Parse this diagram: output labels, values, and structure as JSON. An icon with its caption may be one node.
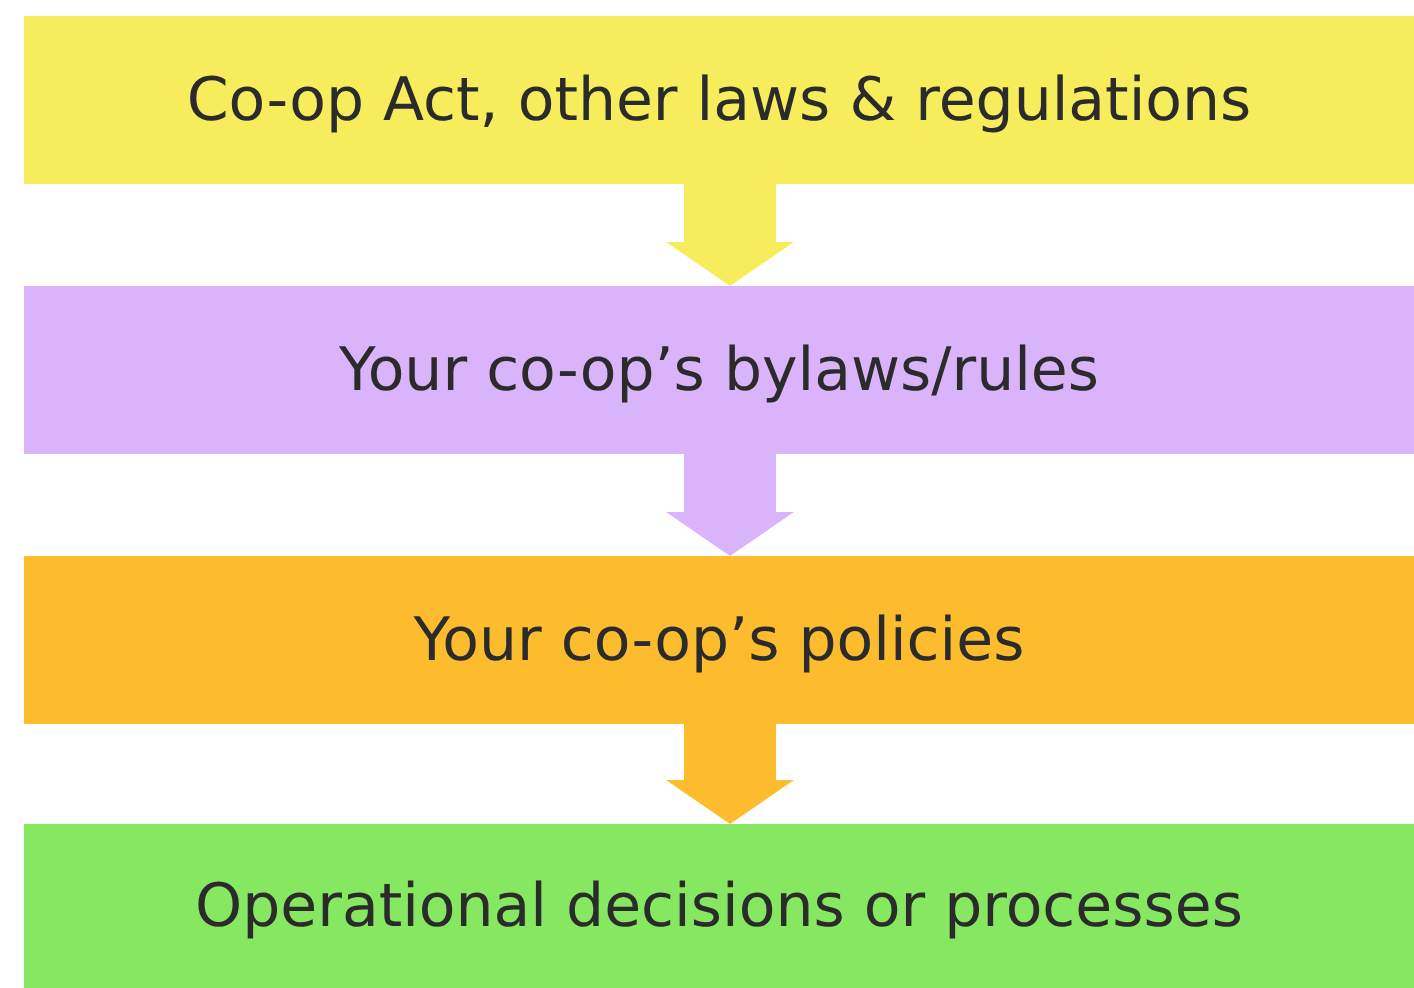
{
  "diagram": {
    "nodes": [
      {
        "text": [
          "Co-op Act, other laws & regulations"
        ]
      },
      {
        "text": [
          "Your co-op’s bylaws/rules"
        ]
      },
      {
        "text": [
          "Your co-op’s policies"
        ]
      },
      {
        "text": [
          "Operational decisions or processes"
        ]
      }
    ],
    "edges": [
      {
        "from": 0,
        "to": 1,
        "arrow": "to",
        "color": "#f7ec5c"
      },
      {
        "from": 1,
        "to": 2,
        "arrow": "to",
        "color": "#d9b4fb"
      },
      {
        "from": 2,
        "to": 3,
        "arrow": "to",
        "color": "#fdbc2d"
      }
    ]
  }
}
